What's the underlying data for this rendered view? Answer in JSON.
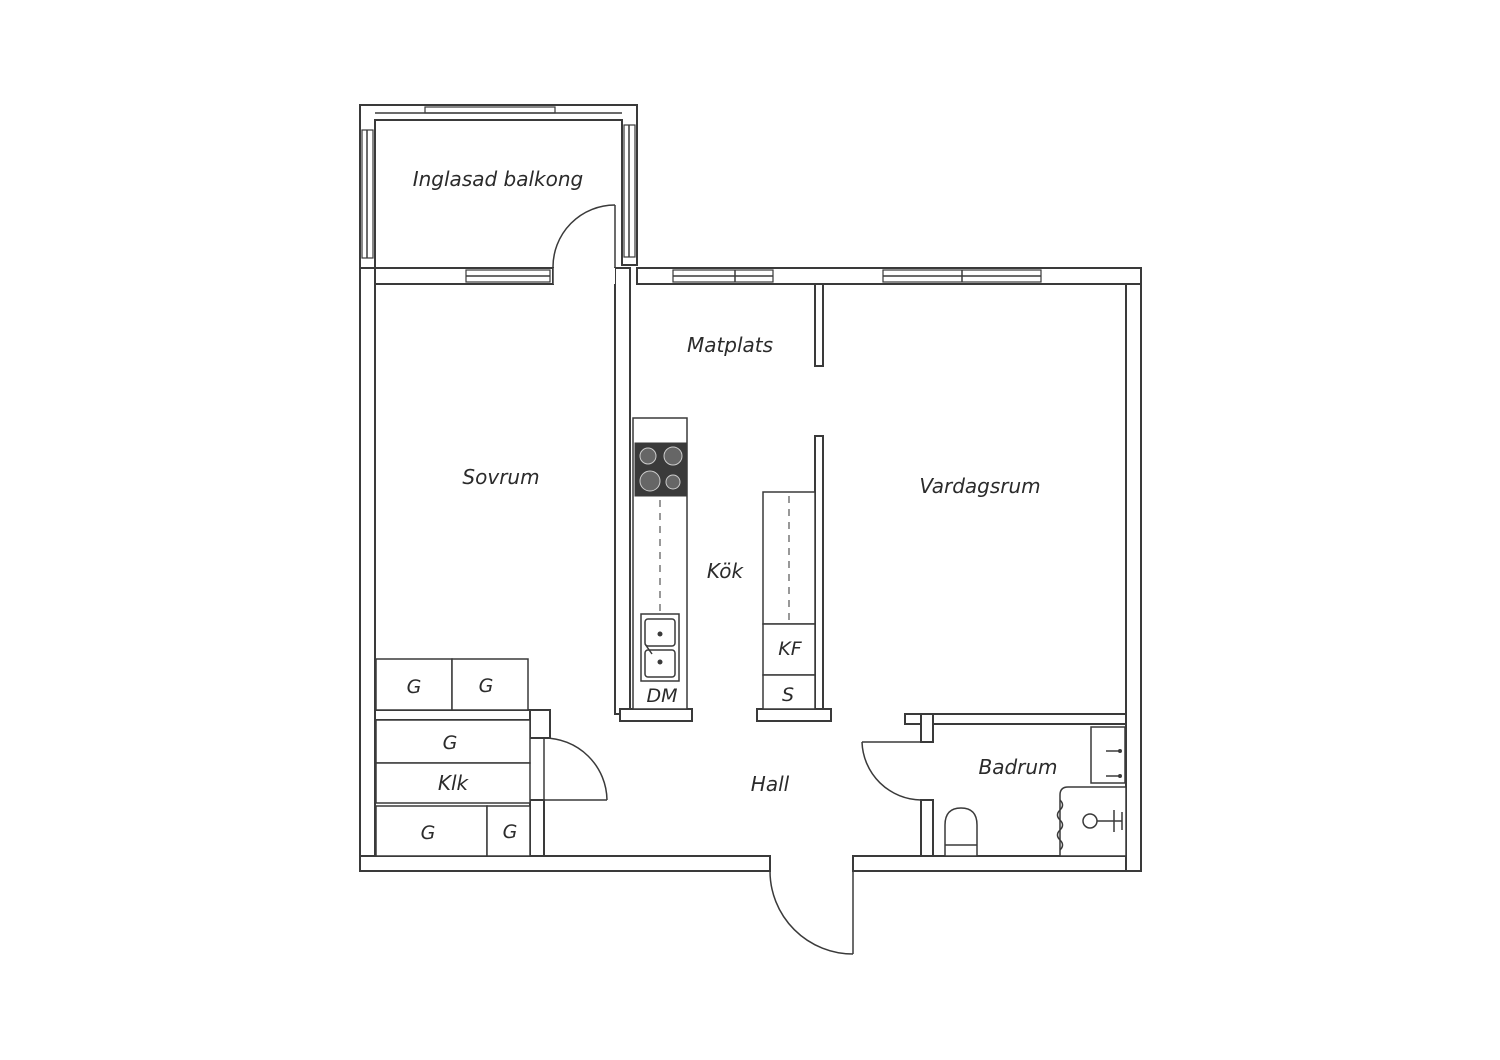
{
  "rooms": {
    "balkong": "Inglasad balkong",
    "sovrum": "Sovrum",
    "matplats": "Matplats",
    "kok": "Kök",
    "vardagsrum": "Vardagsrum",
    "hall": "Hall",
    "badrum": "Badrum",
    "klk": "Klk"
  },
  "fixtures": {
    "garderob": "G",
    "diskmaskin": "DM",
    "kylfrys": "KF",
    "skap": "S"
  },
  "colors": {
    "line": "#3a3a3a",
    "stove": "#3a3a3a",
    "background": "#ffffff"
  }
}
